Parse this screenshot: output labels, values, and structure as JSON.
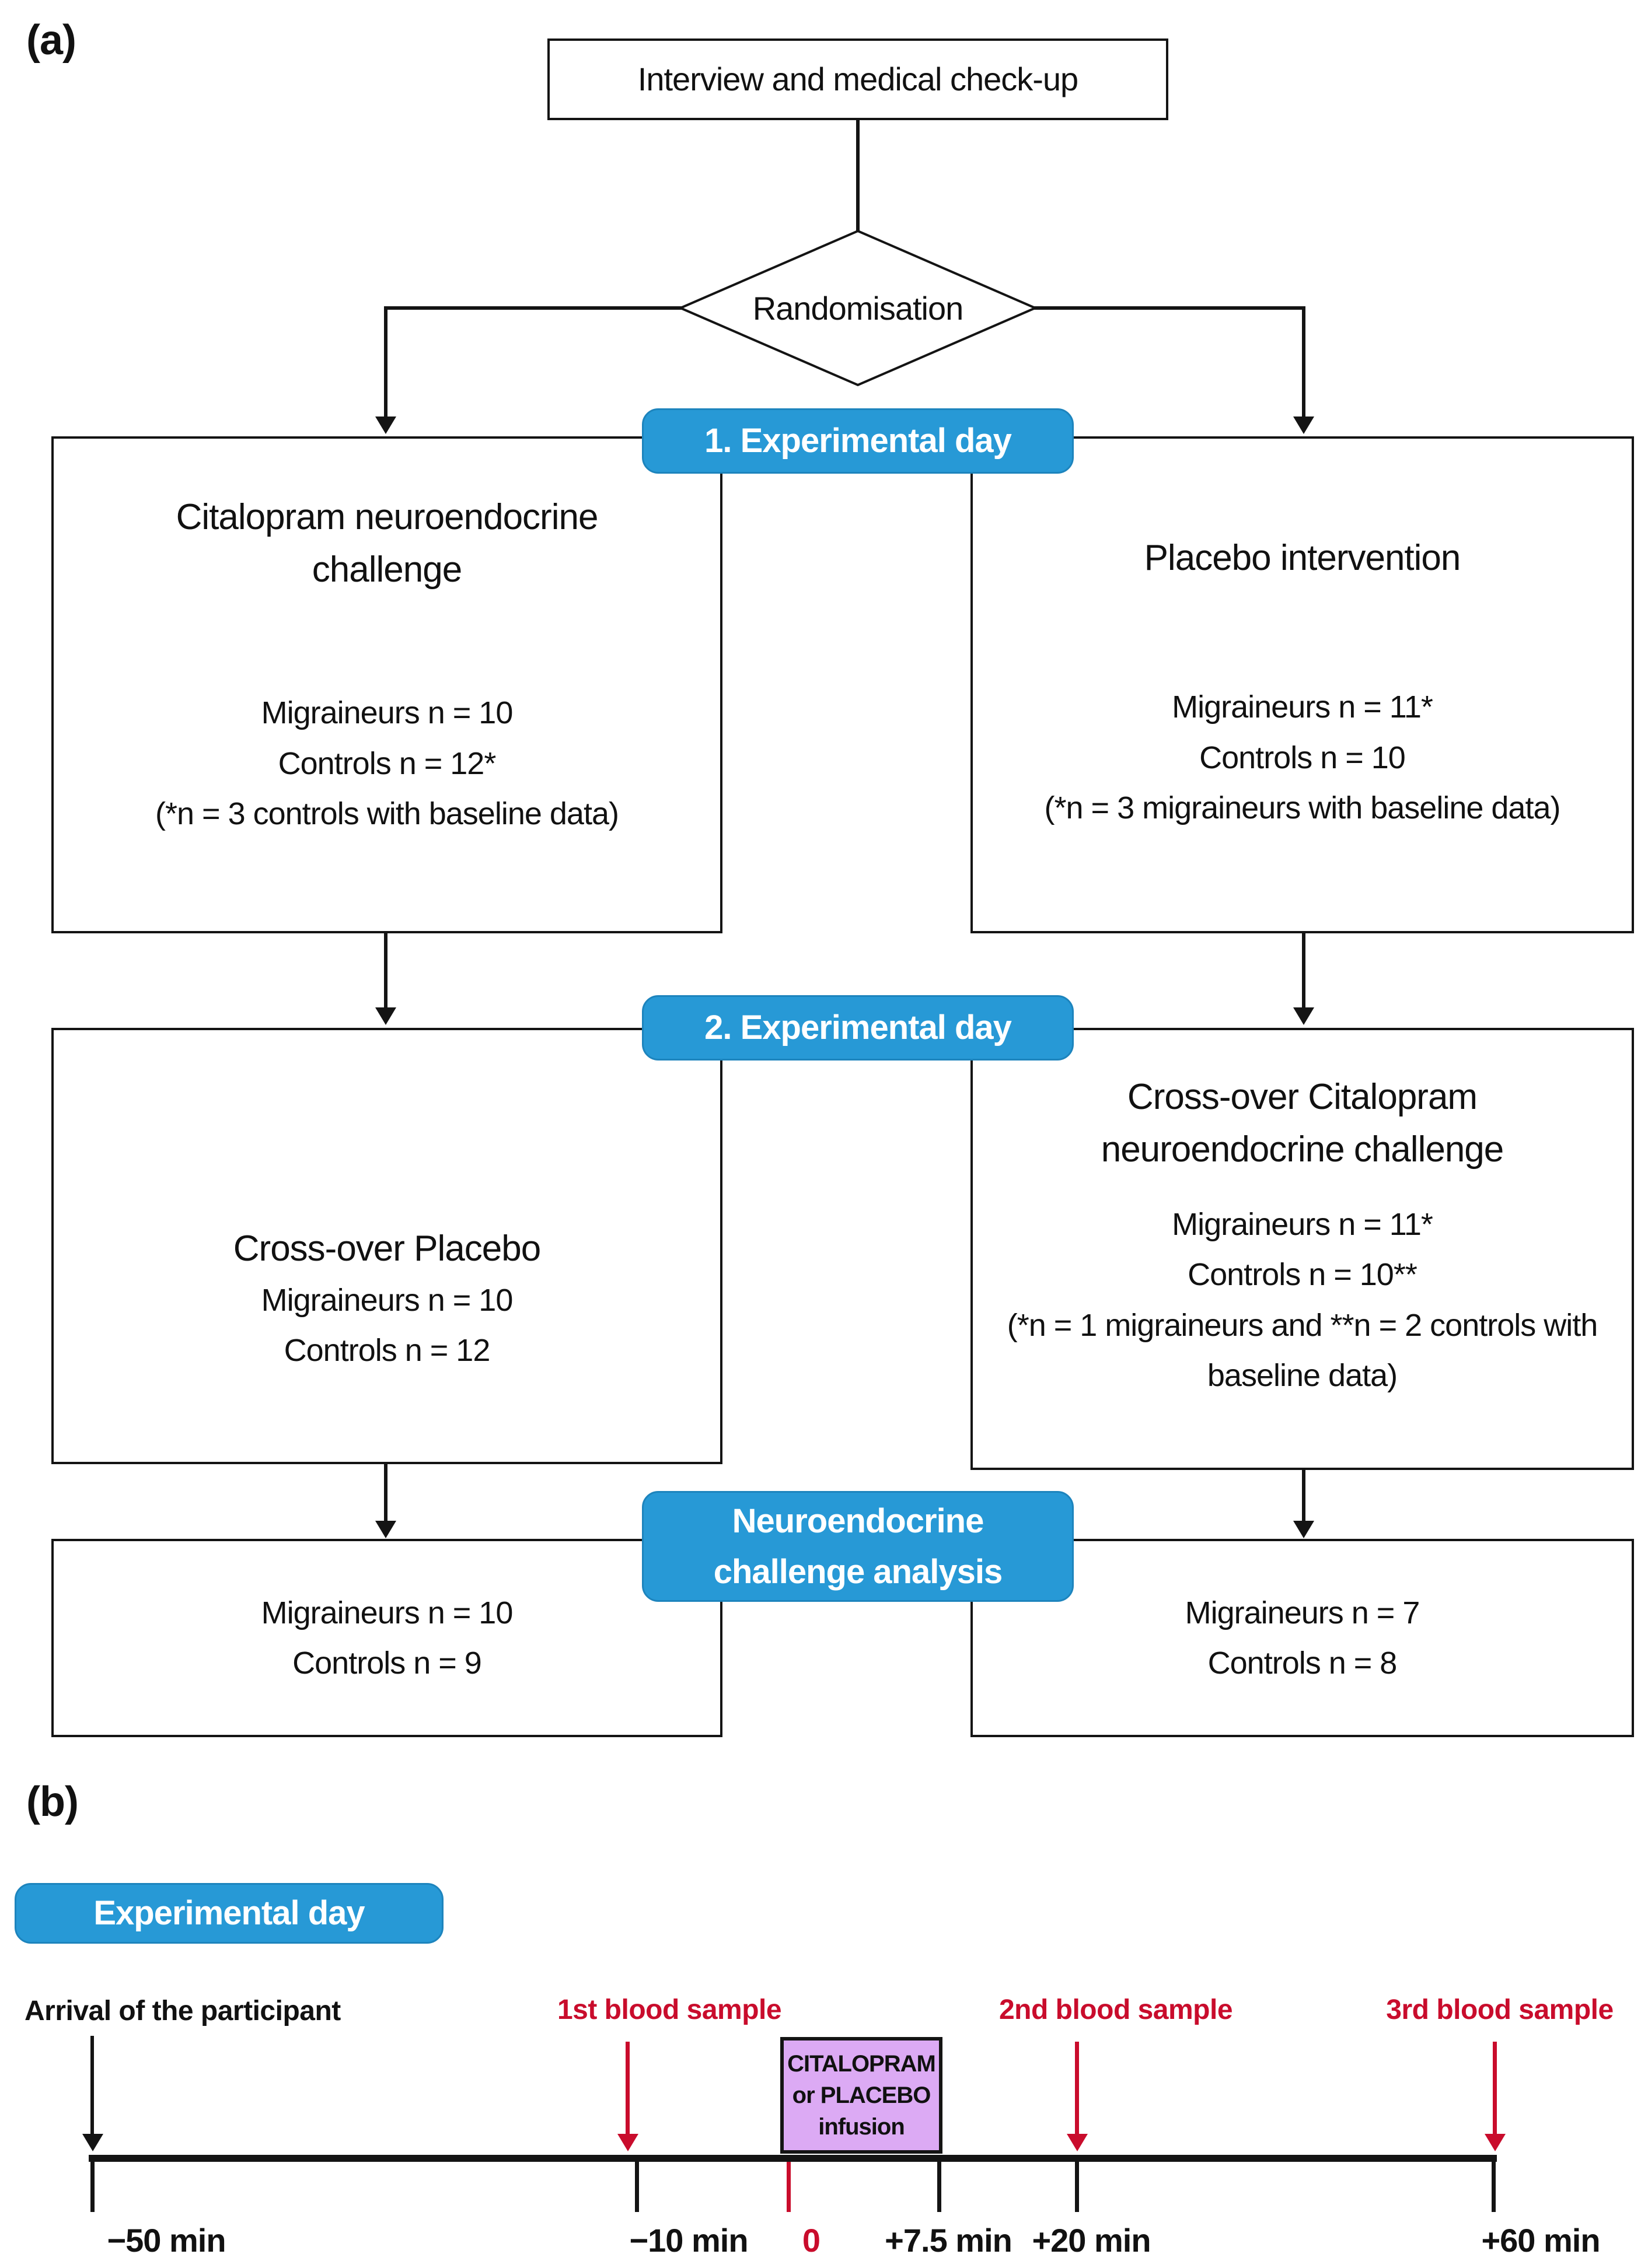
{
  "colors": {
    "badge_blue": "#2799d6",
    "sample_red": "#c90c2c",
    "infusion_purple": "#dcaaf4"
  },
  "panel_a": {
    "label": "(a)",
    "top_box": "Interview and medical check-up",
    "diamond": "Randomisation",
    "badges": [
      "1. Experimental day",
      "2. Experimental day",
      "Neuroendocrine challenge analysis"
    ],
    "row1": {
      "left": {
        "title": "Citalopram neuroendocrine challenge",
        "lines": [
          "Migraineurs n = 10",
          "Controls n = 12*",
          "(*n = 3 controls with baseline data)"
        ]
      },
      "right": {
        "title": "Placebo intervention",
        "lines": [
          "Migraineurs n = 11*",
          "Controls n = 10",
          "(*n = 3 migraineurs with baseline data)"
        ]
      }
    },
    "row2": {
      "left": {
        "title": "Cross-over Placebo",
        "lines": [
          "Migraineurs n = 10",
          "Controls n = 12"
        ]
      },
      "right": {
        "title": "Cross-over Citalopram neuroendocrine challenge",
        "lines": [
          "Migraineurs n = 11*",
          "Controls n = 10**",
          "(*n = 1 migraineurs and **n = 2 controls with baseline data)"
        ]
      }
    },
    "row3": {
      "left": {
        "lines": [
          "Migraineurs n = 10",
          "Controls n = 9"
        ]
      },
      "right": {
        "lines": [
          "Migraineurs n = 7",
          "Controls n = 8"
        ]
      }
    }
  },
  "panel_b": {
    "label": "(b)",
    "badge": "Experimental day",
    "arrival_label": "Arrival of the participant",
    "blood_samples": [
      "1st blood sample",
      "2nd blood sample",
      "3rd blood sample"
    ],
    "infusion_box": [
      "CITALOPRAM",
      "or PLACEBO",
      "infusion"
    ],
    "timeline_ticks": [
      "−50 min",
      "−10 min",
      "0",
      "+7.5 min",
      "+20 min",
      "+60 min"
    ]
  }
}
